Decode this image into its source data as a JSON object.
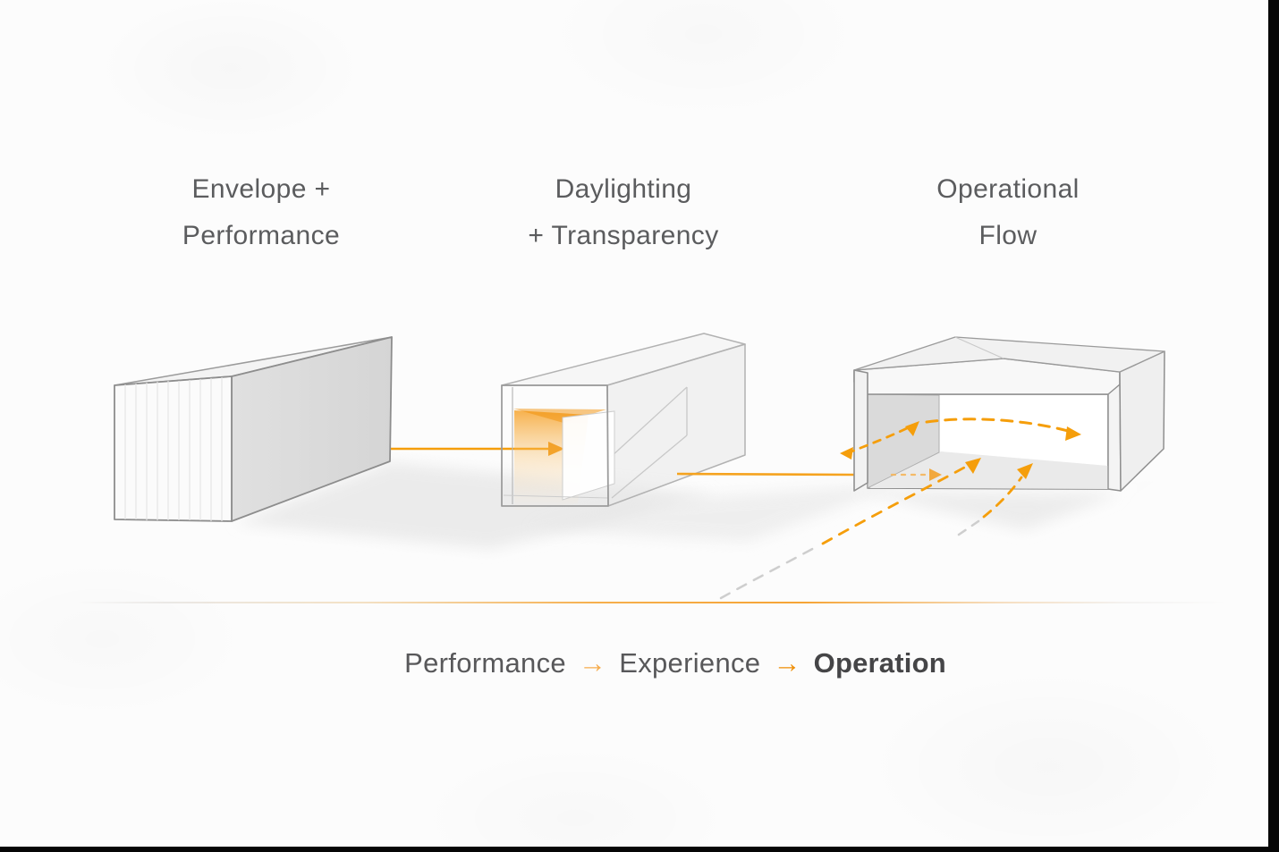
{
  "page": {
    "background": "#fcfcfc",
    "kind": "architectural concept diagram slide"
  },
  "stages": [
    {
      "title_line1": "Envelope +",
      "title_line2": "Performance",
      "shape": "closed paneled box"
    },
    {
      "title_line1": "Daylighting",
      "title_line2": "+ Transparency",
      "shape": "transparent tube with light glow"
    },
    {
      "title_line1": "Operational",
      "title_line2": "Flow",
      "shape": "open canopy building with flow arrows"
    }
  ],
  "caption": {
    "step1": "Performance",
    "arrow1": "→",
    "step2": "Experience",
    "arrow2": "→",
    "step3": "Operation"
  },
  "colors": {
    "accent_orange": "#F59E0B",
    "accent_orange_deep": "#EF8E05",
    "accent_orange_light": "#F6AC4D",
    "heading_gray": "#5B5C5E",
    "caption_gray": "#58585A",
    "caption_dark": "#454547",
    "edge_gray": "#8F8F8F",
    "frame_black": "#060606"
  }
}
